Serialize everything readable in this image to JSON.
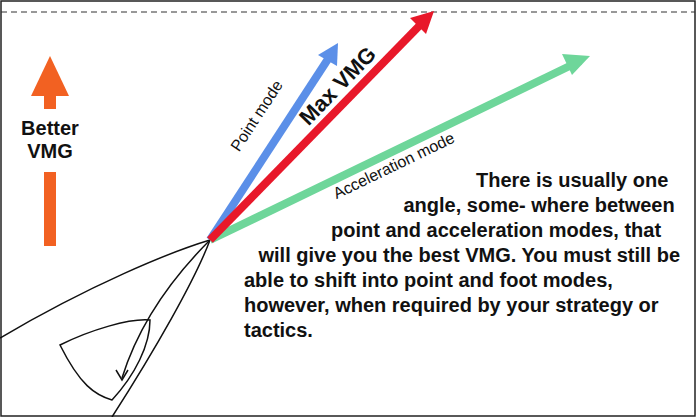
{
  "diagram": {
    "labels": [
      "Better VMG",
      "Point mode",
      "Max VMG",
      "Acceleration mode",
      "There is usually one angle, some- where between point and acceleration modes, that will give you the best VMG. You must still be able to shift into point and foot modes, however, when required by your strategy or tactics."
    ]
  }
}
